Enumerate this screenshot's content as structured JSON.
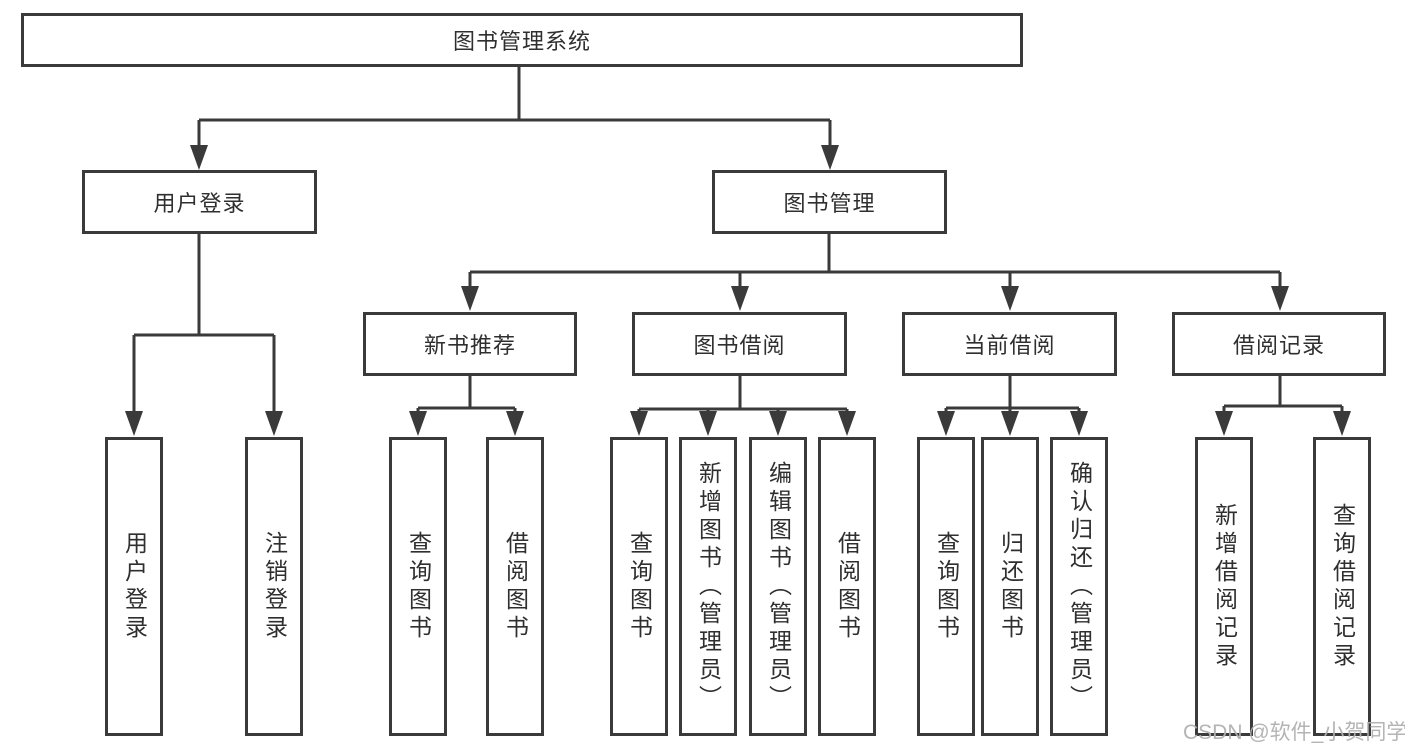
{
  "tree": {
    "label": "图书管理系统",
    "children": [
      {
        "label": "用户登录",
        "children": [
          {
            "label": "用户登录"
          },
          {
            "label": "注销登录"
          }
        ]
      },
      {
        "label": "图书管理",
        "children": [
          {
            "label": "新书推荐",
            "children": [
              {
                "label": "查询图书"
              },
              {
                "label": "借阅图书"
              }
            ]
          },
          {
            "label": "图书借阅",
            "children": [
              {
                "label": "查询图书"
              },
              {
                "label": "新增图书（管理员）"
              },
              {
                "label": "编辑图书（管理员）"
              },
              {
                "label": "借阅图书"
              }
            ]
          },
          {
            "label": "当前借阅",
            "children": [
              {
                "label": "查询图书"
              },
              {
                "label": "归还图书"
              },
              {
                "label": "确认归还（管理员）"
              }
            ]
          },
          {
            "label": "借阅记录",
            "children": [
              {
                "label": "新增借阅记录"
              },
              {
                "label": "查询借阅记录"
              }
            ]
          }
        ]
      }
    ]
  },
  "watermark": {
    "text": "CSDN @软件_小贺同学"
  },
  "colors": {
    "line": "#3a3a3a",
    "text": "#2f2f2f",
    "watermark": "#b0b0b0",
    "background": "#ffffff"
  }
}
